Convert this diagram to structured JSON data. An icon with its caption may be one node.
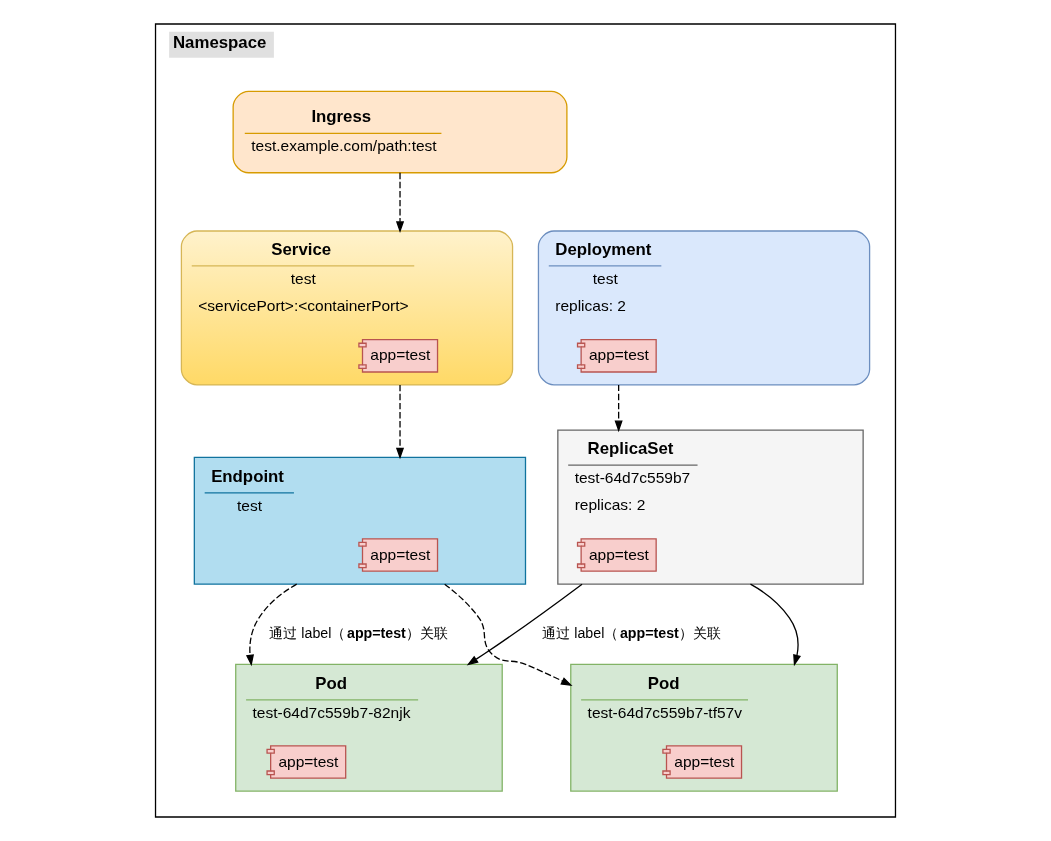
{
  "diagram": {
    "nodes": [
      {
        "text": [
          "Namespace"
        ]
      },
      {
        "text": [
          "Ingress",
          "test.example.com/path:test"
        ],
        "in": 0
      },
      {
        "text": [
          "Deployment",
          "test",
          "replicas: 2"
        ],
        "in": 0
      },
      {
        "text": [
          "app=test"
        ],
        "in": 2
      },
      {
        "text": [
          "Service",
          "test",
          "<servicePort>:<containerPort>"
        ],
        "in": 0
      },
      {
        "text": [
          "app=test"
        ],
        "in": 4
      },
      {
        "text": [
          "ReplicaSet",
          "test-64d7c559b7",
          "replicas: 2"
        ],
        "in": 0
      },
      {
        "text": [
          "app=test"
        ],
        "in": 6
      },
      {
        "text": [
          "Endpoint",
          "test"
        ],
        "in": 0
      },
      {
        "text": [
          "app=test"
        ],
        "in": 8
      },
      {
        "text": [
          "Pod",
          "test-64d7c559b7-82njk"
        ],
        "in": 0
      },
      {
        "text": [
          "app=test"
        ],
        "in": 10
      },
      {
        "text": [
          "Pod",
          "test-64d7c559b7-tf57v"
        ],
        "in": 0
      },
      {
        "text": [
          "app=test"
        ],
        "in": 12
      }
    ],
    "edges": [
      {
        "from": 1,
        "to": 4,
        "arrow": "to",
        "style": "dashed"
      },
      {
        "from": 2,
        "to": 6,
        "arrow": "to",
        "style": "dashed"
      },
      {
        "from": 4,
        "to": 8,
        "arrow": "to",
        "style": "dashed"
      },
      {
        "from": 6,
        "to": 10,
        "arrow": "to",
        "label": "通过 label（**app=test**）关联"
      },
      {
        "from": 6,
        "to": 12,
        "arrow": "to"
      },
      {
        "from": 8,
        "to": 10,
        "arrow": "to",
        "style": "dashed",
        "label": "通过 label（**app=test**）关联"
      },
      {
        "from": 8,
        "to": 12,
        "arrow": "to",
        "style": "dashed"
      }
    ]
  }
}
